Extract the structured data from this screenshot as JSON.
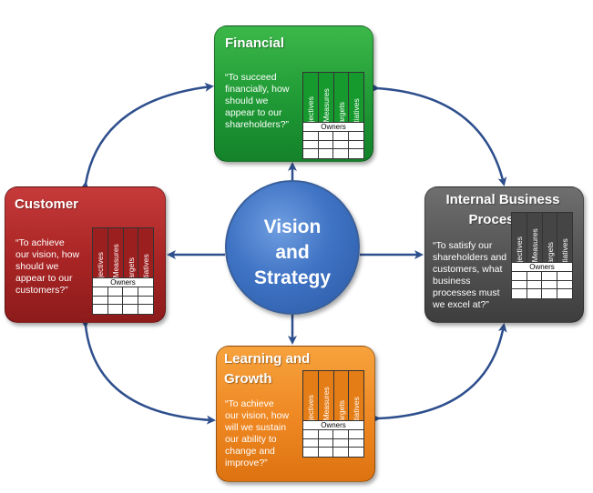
{
  "colors": {
    "arrow": "#2e4f8d",
    "financial": "#1f9a35",
    "customer": "#a82424",
    "internal": "#525252",
    "learning": "#ee8722",
    "center": "#3f73c4"
  },
  "center": {
    "text": "Vision\nand\nStrategy"
  },
  "scorecard_labels": {
    "columns": [
      "Objectives",
      "KPIs/Measures",
      "Targets",
      "Initiatives"
    ],
    "owners": "Owners"
  },
  "boxes": {
    "financial": {
      "title": "Financial",
      "question": "“To succeed\nfinancially, how\nshould we\nappear to our\nshareholders?”"
    },
    "customer": {
      "title": "Customer",
      "question": "“To achieve\nour vision, how\nshould we\nappear to our\ncustomers?”"
    },
    "internal": {
      "title": "Internal Business\nProcesses",
      "question": "“To satisfy our\nshareholders and\ncustomers, what\nbusiness\nprocesses must\nwe excel at?”"
    },
    "learning": {
      "title": "Learning and\nGrowth",
      "question": "“To achieve\nour vision, how\nwill we sustain\nour ability to\nchange and\nimprove?”"
    }
  }
}
